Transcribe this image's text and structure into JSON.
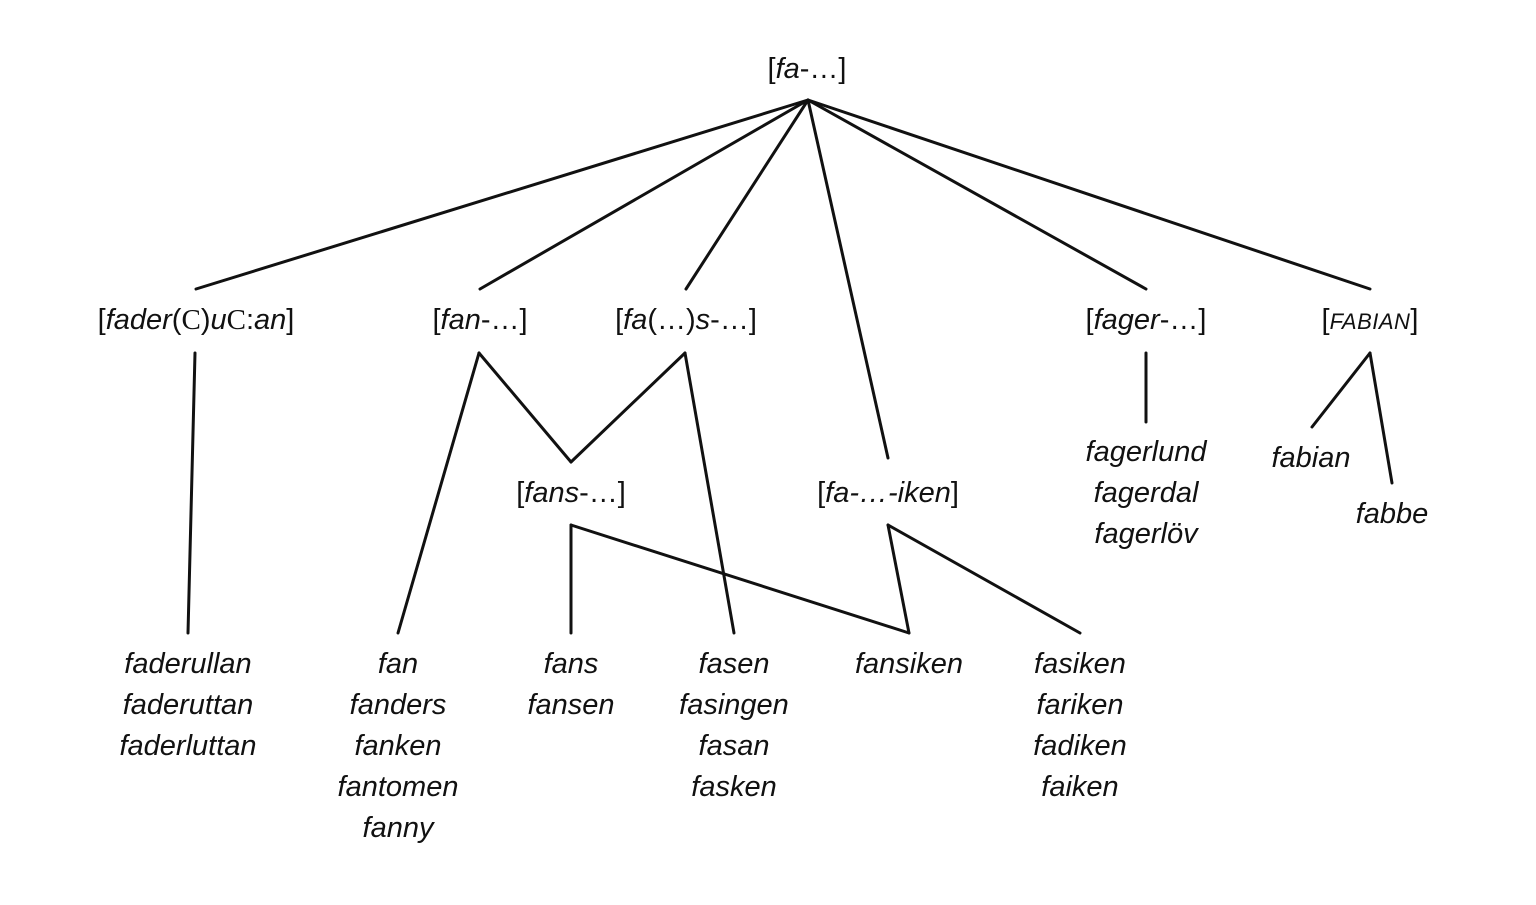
{
  "nodes": {
    "root": {
      "open": "[",
      "stem": "fa",
      "rest": "-…]"
    },
    "fader": {
      "open": "[",
      "a": "fader",
      "p1": "(",
      "c1": "C",
      "p2": ")",
      "b": "u",
      "c2": "C",
      "colon": ":",
      "c": "an",
      "close": "]"
    },
    "fan": {
      "open": "[",
      "stem": "fan",
      "rest": "-…]"
    },
    "fas": {
      "open": "[",
      "stem": "fa",
      "mid": "(…)",
      "s": "s",
      "rest": "-…]"
    },
    "fans": {
      "open": "[",
      "stem": "fans",
      "rest": "-…]"
    },
    "faiken": {
      "open": "[",
      "stem": "fa-…-iken",
      "close": "]"
    },
    "fager": {
      "open": "[",
      "stem": "fager",
      "rest": "-…]"
    },
    "fabian": {
      "open": "[",
      "stem": "FABIAN",
      "close": "]"
    }
  },
  "leaves": {
    "fader_words": [
      "faderullan",
      "faderuttan",
      "faderluttan"
    ],
    "fan_words": [
      "fan",
      "fanders",
      "fanken",
      "fantomen",
      "fanny"
    ],
    "fans_words": [
      "fans",
      "fansen"
    ],
    "fas_words": [
      "fasen",
      "fasingen",
      "fasan",
      "fasken"
    ],
    "fansiken_words": [
      "fansiken"
    ],
    "iken_words": [
      "fasiken",
      "fariken",
      "fadiken",
      "faiken"
    ],
    "fager_words": [
      "fagerlund",
      "fagerdal",
      "fagerlöv"
    ],
    "fabian_word": "fabian",
    "fabbe_word": "fabbe"
  },
  "colors": {
    "line": "#111111",
    "text": "#111111"
  }
}
